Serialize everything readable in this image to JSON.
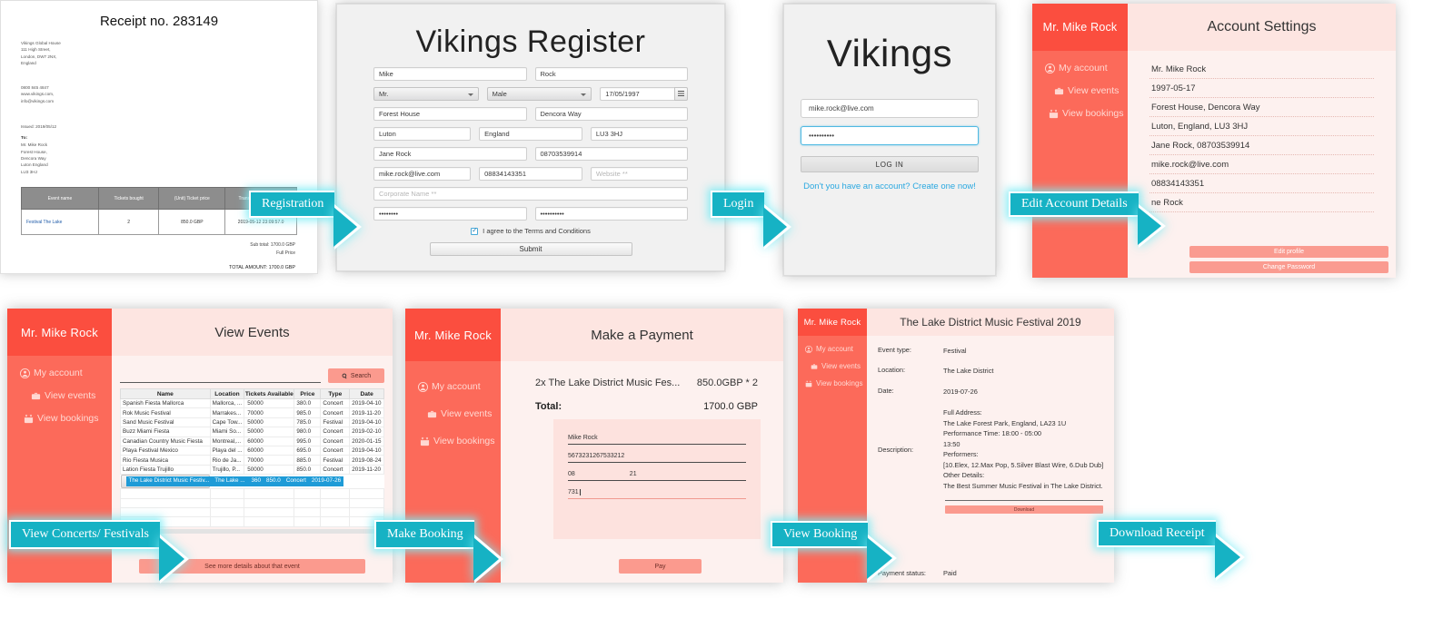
{
  "register": {
    "title": "Vikings Register",
    "fields": {
      "first_name": "Mike",
      "last_name": "Rock",
      "title_select": "Mr.",
      "gender_select": "Male",
      "dob": "17/05/1997",
      "house": "Forest House",
      "street": "Dencora Way",
      "city": "Luton",
      "country": "England",
      "postcode": "LU3 3HJ",
      "emergency_contact": "Jane Rock",
      "emergency_phone": "08703539914",
      "email": "mike.rock@live.com",
      "phone": "08834143351",
      "website_placeholder": "Website **",
      "corporate_placeholder": "Corporate Name **",
      "password": "••••••••",
      "confirm_password": "••••••••••"
    },
    "terms_label": "I agree to the Terms and Conditions",
    "submit_label": "Submit"
  },
  "login": {
    "title": "Vikings",
    "email": "mike.rock@live.com",
    "password": "••••••••••",
    "button_label": "LOG IN",
    "create_link": "Don't you have an account? Create one now!"
  },
  "account": {
    "user": "Mr. Mike Rock",
    "header": "Account Settings",
    "nav": [
      "My account",
      "View events",
      "View bookings"
    ],
    "rows": [
      "Mr. Mike Rock",
      "1997-05-17",
      "Forest House, Dencora Way",
      "Luton, England, LU3 3HJ",
      "Jane Rock, 08703539914",
      "mike.rock@live.com",
      "08834143351",
      "ne Rock"
    ],
    "edit_profile_label": "Edit profile",
    "change_password_label": "Change Password"
  },
  "events": {
    "user": "Mr. Mike  Rock",
    "header": "View Events",
    "nav": [
      "My account",
      "View events",
      "View bookings"
    ],
    "search_label": "Search",
    "columns": [
      "Name",
      "Location",
      "Tickets Available",
      "Price",
      "Type",
      "Date"
    ],
    "rows": [
      [
        "Spanish Fiesta Mallorca",
        "Mallorca, ...",
        "50000",
        "380.0",
        "Concert",
        "2019-04-10"
      ],
      [
        "Rok Music Festival",
        "Marrakes...",
        "70000",
        "985.0",
        "Concert",
        "2019-11-20"
      ],
      [
        "Sand Music Festival",
        "Cape Tow...",
        "50000",
        "785.0",
        "Festival",
        "2019-04-10"
      ],
      [
        "Buzz Miami Fiesta",
        "Miami So...",
        "50000",
        "980.0",
        "Concert",
        "2019-02-10"
      ],
      [
        "Canadian Country Music Fiesta",
        "Montreal,...",
        "60000",
        "995.0",
        "Concert",
        "2020-01-15"
      ],
      [
        "Playa Festival Mexico",
        "Playa del ...",
        "60000",
        "695.0",
        "Concert",
        "2019-04-10"
      ],
      [
        "Rio Fiesta Musica",
        "Rio de Ja...",
        "70000",
        "885.0",
        "Festival",
        "2019-08-24"
      ],
      [
        "Lation Fiesta Trujillo",
        "Trujillo, P...",
        "50000",
        "850.0",
        "Concert",
        "2019-11-20"
      ],
      [
        "The Lake District Music Festiv...",
        "The Lake ...",
        "360",
        "850.0",
        "Concert",
        "2019-07-26"
      ]
    ],
    "selected_row_index": 8,
    "details_button": "See more details about that event"
  },
  "payment": {
    "user": "Mr. Mike  Rock",
    "header": "Make a Payment",
    "nav": [
      "My account",
      "View events",
      "View bookings"
    ],
    "line_item": "2x The Lake District Music Fes...",
    "line_price": "850.0GBP * 2",
    "total_label": "Total:",
    "total_value": "1700.0 GBP",
    "card_name": "Mike Rock",
    "card_number": "5673231267533212",
    "exp_month": "08",
    "exp_year": "21",
    "cvv": "731",
    "pay_label": "Pay"
  },
  "booking": {
    "user": "Mr. Mike  Rock",
    "header": "The Lake District Music Festival 2019",
    "nav": [
      "My account",
      "View events",
      "View bookings"
    ],
    "event_type_label": "Event type:",
    "event_type": "Festival",
    "location_label": "Location:",
    "location": "The Lake District",
    "date_label": "Date:",
    "date": "2019-07-26",
    "description_label": "Description:",
    "description": [
      "Full Address:",
      "The Lake Forest Park, England, LA23 1U",
      "Performance Time: 18:00 - 05:00",
      "13:50",
      "Performers:",
      "[10.Elex, 12.Max Pop, 5.Silver Blast Wire, 6.Dub Dub]",
      "Other Details:",
      "The Best Summer Music Festival in The Lake District."
    ],
    "download_label": "Download",
    "payment_status_label": "Payment status:",
    "payment_status": "Paid"
  },
  "receipt": {
    "title": "Receipt no. 283149",
    "company_lines": [
      "Vikings Global House",
      "111 High Street,",
      "London, DW7 2NX,",
      "England"
    ],
    "contact_lines": [
      "0800 845 4847",
      "www.vikings.com,",
      "info@vikings.com"
    ],
    "issued": "Issued: 2019/05/12",
    "to_label": "To:",
    "to_lines": [
      "Mr. Mike  Rock",
      "Forest House,",
      "Dencora Way",
      "Luton England",
      "LU3 3HJ"
    ],
    "columns": [
      "Event name",
      "Tickets bought",
      "(Unit) Ticket price",
      "Transaction date/ time"
    ],
    "row": [
      "Festival The Lake",
      "2",
      "850.0 GBP",
      "2019-05-12 23:09:57.0"
    ],
    "subtotal": "Sub total: 1700.0 GBP",
    "price_note": "Full Price",
    "total": "TOTAL AMOUNT: 1700.0 GBP"
  },
  "arrows": {
    "registration": "Registration",
    "login": "Login",
    "edit_account": "Edit Account Details",
    "view_concerts": "View Concerts/ Festivals",
    "make_booking": "Make Booking",
    "view_booking": "View Booking",
    "download_receipt": "Download Receipt"
  },
  "colors": {
    "accent_red": "#fc6a5a",
    "accent_red_dark": "#fb4e3f",
    "panel_pink": "#fdf1ef",
    "arrow_teal": "#16b2c4",
    "selected_blue": "#1e9bd7",
    "link_blue": "#2aa8e0"
  }
}
